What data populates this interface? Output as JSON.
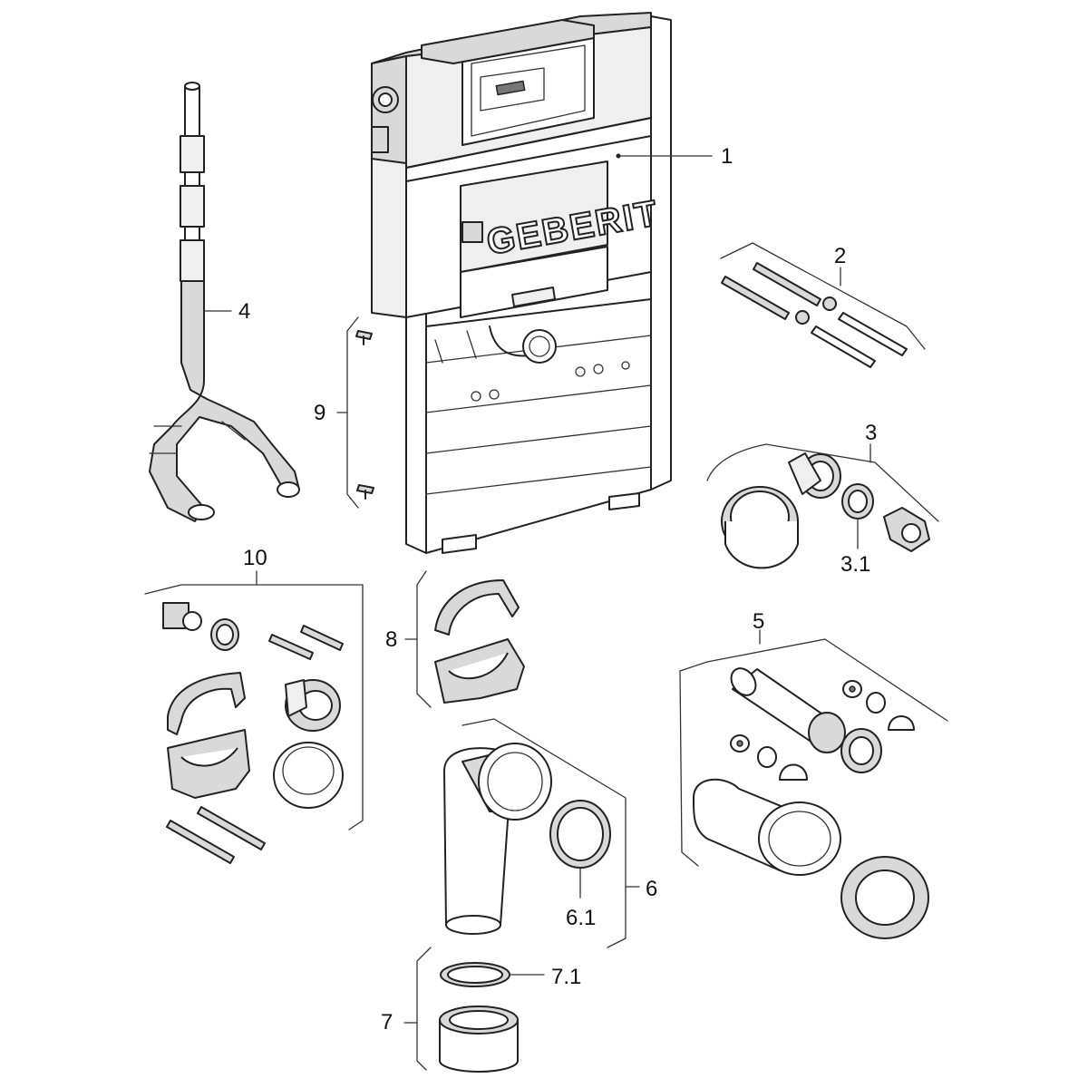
{
  "figure": {
    "brand_logo_text": "GEBERIT",
    "line_color": "#222222",
    "fill_gray": "#d9d9d9",
    "callouts": [
      {
        "id": "1",
        "text": "1"
      },
      {
        "id": "2",
        "text": "2"
      },
      {
        "id": "3",
        "text": "3"
      },
      {
        "id": "3-1",
        "text": "3.1"
      },
      {
        "id": "4",
        "text": "4"
      },
      {
        "id": "5",
        "text": "5"
      },
      {
        "id": "6",
        "text": "6"
      },
      {
        "id": "6-1",
        "text": "6.1"
      },
      {
        "id": "7",
        "text": "7"
      },
      {
        "id": "7-1",
        "text": "7.1"
      },
      {
        "id": "8",
        "text": "8"
      },
      {
        "id": "9",
        "text": "9"
      },
      {
        "id": "10",
        "text": "10"
      }
    ]
  }
}
